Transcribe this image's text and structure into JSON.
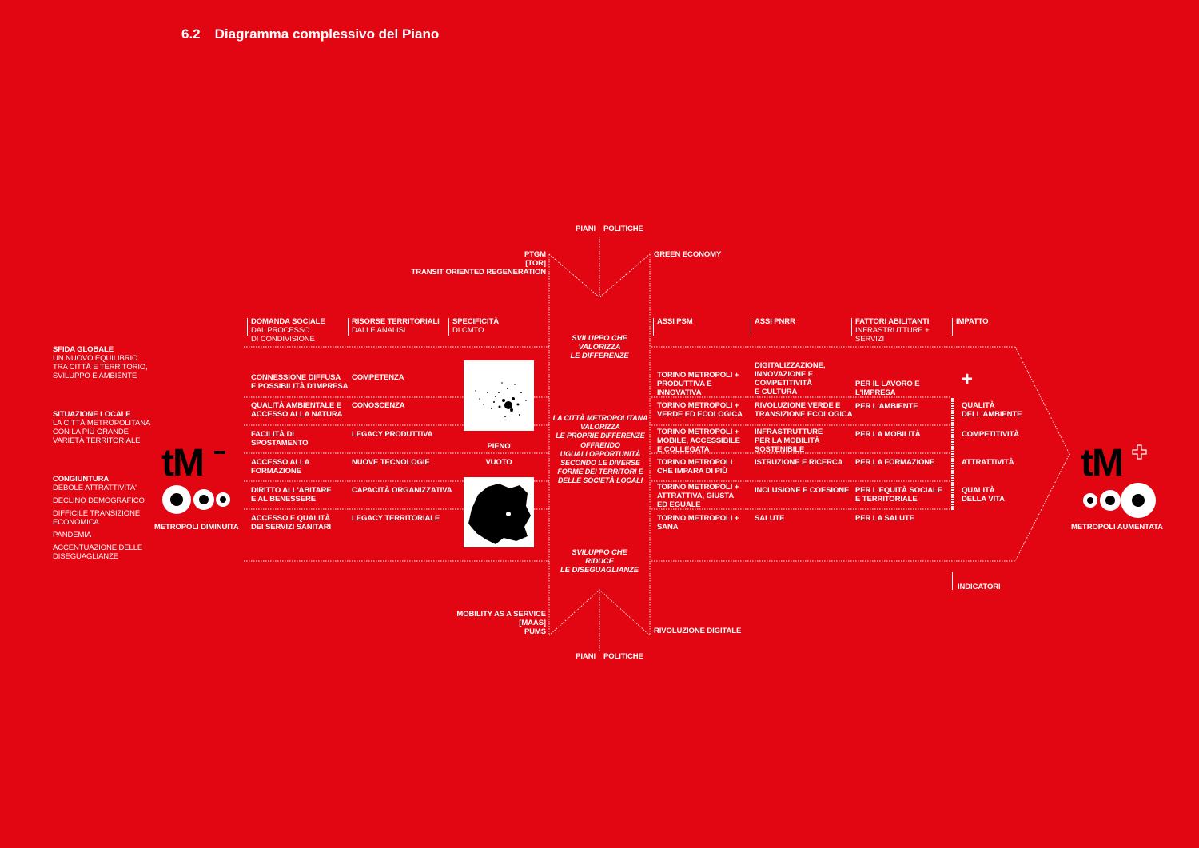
{
  "title": {
    "number": "6.2",
    "text": "Diagramma complessivo del Piano"
  },
  "left_context": [
    {
      "heading": "SFIDA GLOBALE",
      "body": "UN NUOVO EQUILIBRIO\nTRA CITTÀ E TERRITORIO,\nSVILUPPO E AMBIENTE"
    },
    {
      "heading": "SITUAZIONE LOCALE",
      "body": "LA CITTÀ METROPOLITANA\nCON LA PIÙ GRANDE\nVARIETÀ TERRITORIALE"
    },
    {
      "heading": "CONGIUNTURA",
      "items": [
        "DEBOLE ATTRATTIVITA'",
        "DECLINO DEMOGRAFICO",
        "DIFFICILE TRANSIZIONE\nECONOMICA",
        "PANDEMIA",
        "ACCENTUAZIONE DELLE\nDISEGUAGLIANZE"
      ]
    }
  ],
  "logos": {
    "left": {
      "text": "tM",
      "sign": "-",
      "caption": "METROPOLI DIMINUITA"
    },
    "right": {
      "text": "tM",
      "sign": "+",
      "caption": "METROPOLI AUMENTATA"
    }
  },
  "top_flow": {
    "labels": [
      "PIANI",
      "POLITICHE"
    ],
    "piani": "PTGM\n[TOR]\nTRANSIT ORIENTED REGENERATION",
    "politiche": "GREEN ECONOMY"
  },
  "bottom_flow": {
    "labels": [
      "PIANI",
      "POLITICHE"
    ],
    "piani": "MOBILITY AS A SERVICE\n[MAAS]\nPUMS",
    "politiche": "RIVOLUZIONE DIGITALE"
  },
  "left_headers": [
    {
      "heading": "DOMANDA SOCIALE",
      "sub": "DAL PROCESSO\nDI CONDIVISIONE"
    },
    {
      "heading": "RISORSE TERRITORIALI",
      "sub": "DALLE ANALISI"
    },
    {
      "heading": "SPECIFICITÀ",
      "sub": "DI CMTO"
    }
  ],
  "left_rows": [
    {
      "domanda": "CONNESSIONE DIFFUSA\nE POSSIBILITÀ D'IMPRESA",
      "risorse": "COMPETENZA"
    },
    {
      "domanda": "QUALITÀ AMBIENTALE E\nACCESSO ALLA NATURA",
      "risorse": "CONOSCENZA"
    },
    {
      "domanda": "FACILITÀ DI\nSPOSTAMENTO",
      "risorse": "LEGACY PRODUTTIVA"
    },
    {
      "domanda": "ACCESSO ALLA\nFORMAZIONE",
      "risorse": "NUOVE TECNOLOGIE"
    },
    {
      "domanda": "DIRITTO ALL'ABITARE\nE AL BENESSERE",
      "risorse": "CAPACITÀ ORGANIZZATIVA"
    },
    {
      "domanda": "ACCESSO E QUALITÀ\nDEI SERVIZI SANITARI",
      "risorse": "LEGACY TERRITORIALE"
    }
  ],
  "specificita": {
    "pieno": "PIENO",
    "vuoto": "VUOTO"
  },
  "center": {
    "top": "SVILUPPO CHE\nVALORIZZA\nLE DIFFERENZE",
    "middle": "LA CITTÀ METROPOLITANA\nVALORIZZA\nLE PROPRIE DIFFERENZE\nOFFRENDO\nUGUALI OPPORTUNITÀ\nSECONDO LE DIVERSE\nFORME DEI TERRITORI E\nDELLE SOCIETÀ LOCALI",
    "bottom": "SVILUPPO CHE\nRIDUCE\nLE DISEGUAGLIANZE"
  },
  "right_headers": [
    {
      "heading": "ASSI PSM",
      "sub": ""
    },
    {
      "heading": "ASSI PNRR",
      "sub": ""
    },
    {
      "heading": "FATTORI ABILITANTI",
      "sub": "INFRASTRUTTURE +\nSERVIZI"
    },
    {
      "heading": "IMPATTO",
      "sub": ""
    }
  ],
  "right_rows": [
    {
      "psm": "TORINO METROPOLI +\nPRODUTTIVA E\nINNOVATIVA",
      "pnrr": "DIGITALIZZAZIONE,\nINNOVAZIONE E\nCOMPETITIVITÀ\nE CULTURA",
      "fattori": "PER IL LAVORO E\nL'IMPRESA"
    },
    {
      "psm": "TORINO METROPOLI +\nVERDE ED ECOLOGICA",
      "pnrr": "RIVOLUZIONE VERDE E\nTRANSIZIONE ECOLOGICA",
      "fattori": "PER L'AMBIENTE"
    },
    {
      "psm": "TORINO METROPOLI +\nMOBILE, ACCESSIBILE\nE COLLEGATA",
      "pnrr": "INFRASTRUTTURE\nPER LA MOBILITÀ\nSOSTENIBILE",
      "fattori": "PER LA MOBILITÀ"
    },
    {
      "psm": "TORINO METROPOLI\nCHE IMPARA DI PIÙ",
      "pnrr": "ISTRUZIONE E RICERCA",
      "fattori": "PER LA FORMAZIONE"
    },
    {
      "psm": "TORINO METROPOLI +\nATTRATTIVA, GIUSTA\nED EGUALE",
      "pnrr": "INCLUSIONE E COESIONE",
      "fattori": "PER L'EQUITÀ SOCIALE\nE TERRITORIALE"
    },
    {
      "psm": "TORINO METROPOLI +\nSANA",
      "pnrr": "SALUTE",
      "fattori": "PER LA SALUTE"
    }
  ],
  "impatto": {
    "plus": "+",
    "items": [
      "QUALITÀ\nDELL'AMBIENTE",
      "COMPETITIVITÀ",
      "ATTRATTIVITÀ",
      "QUALITÀ\nDELLA VITA"
    ],
    "indicatori": "INDICATORI"
  }
}
